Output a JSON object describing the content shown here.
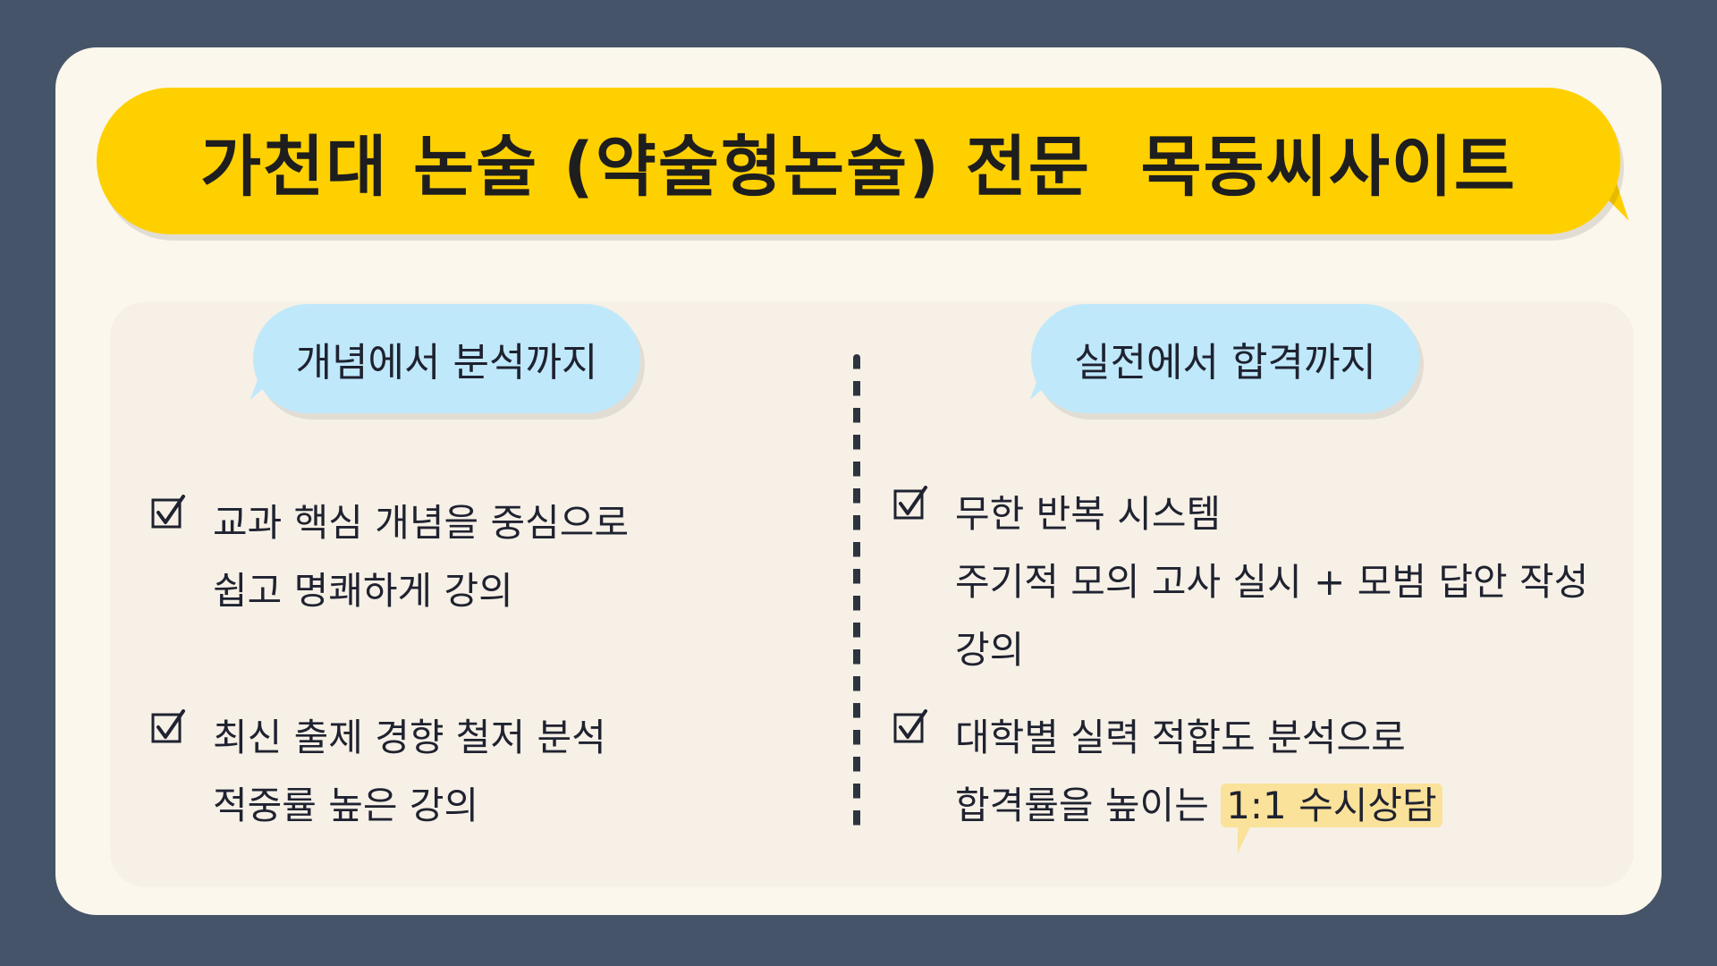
{
  "banner": {
    "title": "가천대 논술 (약술형논술) 전문  목동씨사이트"
  },
  "left": {
    "header": "개념에서 분석까지",
    "items": [
      {
        "lines": [
          "교과 핵심 개념을 중심으로",
          "쉽고 명쾌하게 강의"
        ]
      },
      {
        "lines": [
          "최신 출제 경향 철저 분석",
          "적중률 높은 강의"
        ]
      }
    ]
  },
  "right": {
    "header": "실전에서 합격까지",
    "items": [
      {
        "lines": [
          "무한 반복 시스템",
          "주기적 모의 고사 실시 + 모범 답안 작성",
          "강의"
        ]
      },
      {
        "lines": [
          "대학별 실력 적합도 분석으로"
        ],
        "prefix": "합격률을 높이는 ",
        "highlight": "1:1 수시상담"
      }
    ]
  },
  "colors": {
    "background": "#455468",
    "card": "#fcf7ec",
    "banner": "#ffd000",
    "bubble": "#bfe8fb",
    "highlight": "#fbe29a"
  },
  "icons": {
    "check": "checkbox-check-icon"
  }
}
